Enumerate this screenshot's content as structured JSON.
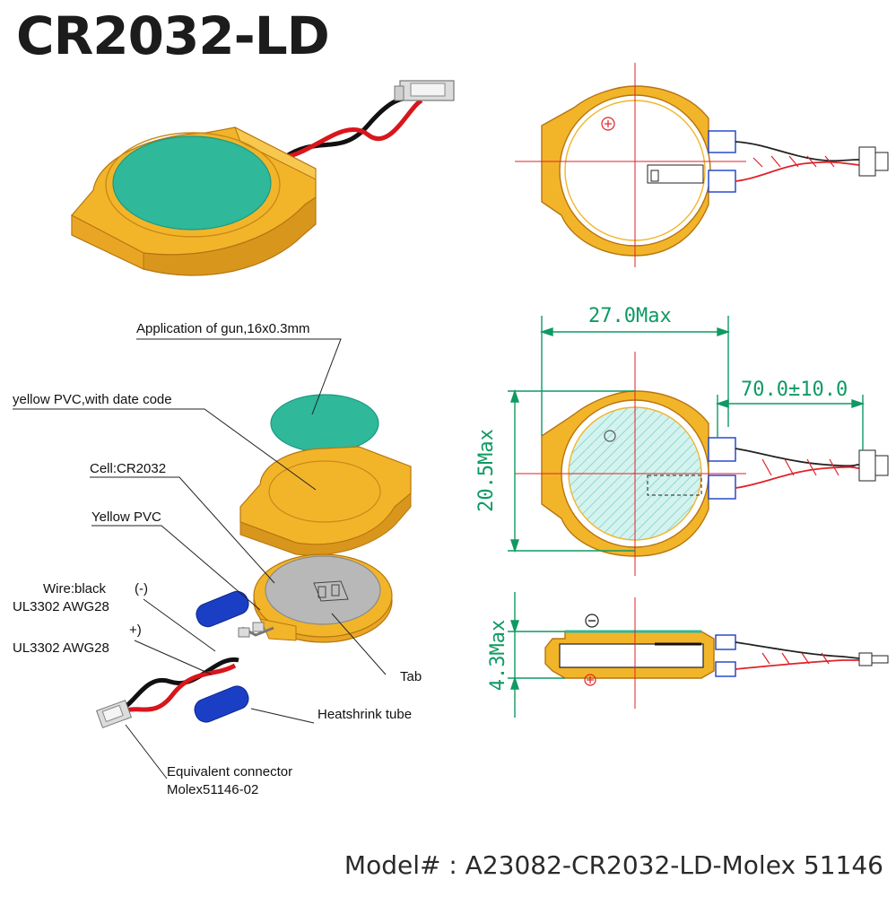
{
  "title": "CR2032-LD",
  "model": "Model# : A23082-CR2032-LD-Molex 51146",
  "callouts": {
    "gun": "Application of gun,16x0.3mm",
    "pvc_date": "yellow PVC,with date code",
    "cell": "Cell:CR2032",
    "yellow_pvc": "Yellow PVC",
    "wire_black": "Wire:black",
    "minus": "(-)",
    "awg_black": "UL3302 AWG28",
    "plus": "+)",
    "awg_red": "UL3302 AWG28",
    "tab": "Tab",
    "heatshrink": "Heatshrink tube",
    "connector_line1": "Equivalent connector",
    "connector_line2": "Molex51146-02"
  },
  "dimensions": {
    "width": "27.0Max",
    "lead": "70.0±10.0",
    "height": "20.5Max",
    "thickness": "4.3Max"
  },
  "colors": {
    "pvc": "#f2b52a",
    "pvc_dark": "#d9961c",
    "gun": "#2fb89a",
    "cell": "#b8b8b8",
    "dim": "#0e9a63",
    "center": "#e0222a",
    "tube": "#1b3fc4"
  }
}
